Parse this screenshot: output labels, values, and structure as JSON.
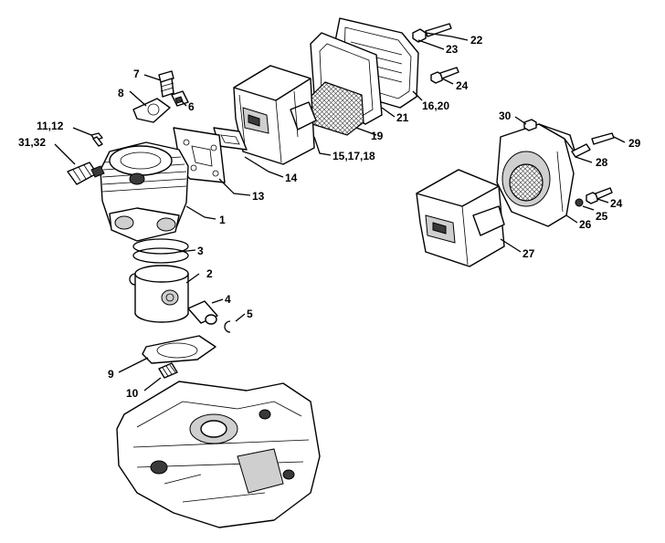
{
  "callouts": [
    {
      "id": "c22",
      "label": "22"
    },
    {
      "id": "c23",
      "label": "23"
    },
    {
      "id": "c24a",
      "label": "24"
    },
    {
      "id": "c16",
      "label": "16,20"
    },
    {
      "id": "c21",
      "label": "21"
    },
    {
      "id": "c19",
      "label": "19"
    },
    {
      "id": "c15",
      "label": "15,17,18"
    },
    {
      "id": "c14",
      "label": "14"
    },
    {
      "id": "c13",
      "label": "13"
    },
    {
      "id": "c1",
      "label": "1"
    },
    {
      "id": "c7",
      "label": "7"
    },
    {
      "id": "c8",
      "label": "8"
    },
    {
      "id": "c6",
      "label": "6"
    },
    {
      "id": "c11",
      "label": "11,12"
    },
    {
      "id": "c31",
      "label": "31,32"
    },
    {
      "id": "c3",
      "label": "3"
    },
    {
      "id": "c2",
      "label": "2"
    },
    {
      "id": "c4",
      "label": "4"
    },
    {
      "id": "c5",
      "label": "5"
    },
    {
      "id": "c9",
      "label": "9"
    },
    {
      "id": "c10",
      "label": "10"
    },
    {
      "id": "c30",
      "label": "30"
    },
    {
      "id": "c29",
      "label": "29"
    },
    {
      "id": "c28",
      "label": "28"
    },
    {
      "id": "c24b",
      "label": "24"
    },
    {
      "id": "c25",
      "label": "25"
    },
    {
      "id": "c26",
      "label": "26"
    },
    {
      "id": "c27",
      "label": "27"
    }
  ]
}
